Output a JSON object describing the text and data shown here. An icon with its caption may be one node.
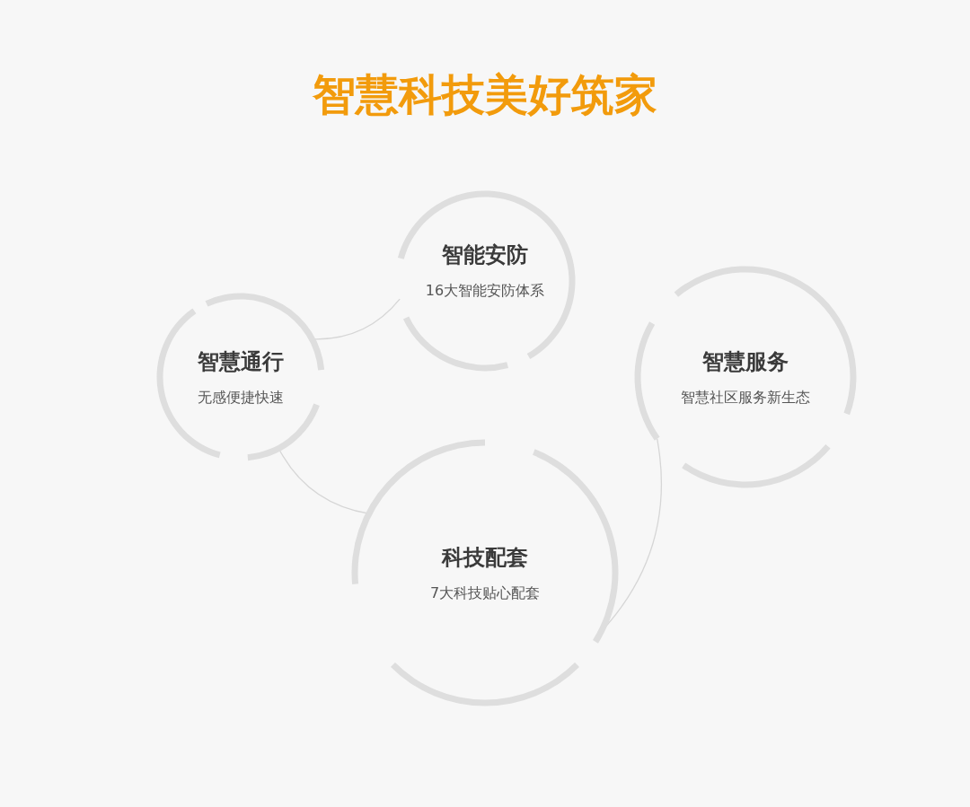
{
  "diagram": {
    "title": "智慧科技美好筑家",
    "nodes": [
      {
        "text": [
          "智能安防",
          "16大智能安防体系"
        ]
      },
      {
        "text": [
          "智慧通行",
          "无感便捷快速"
        ]
      },
      {
        "text": [
          "智慧服务",
          "智慧社区服务新生态"
        ]
      },
      {
        "text": [
          "科技配套",
          "7大科技贴心配套"
        ]
      }
    ],
    "edges": [
      {
        "from": 1,
        "to": 0,
        "arrow": "none"
      },
      {
        "from": 1,
        "to": 3,
        "arrow": "none"
      },
      {
        "from": 3,
        "to": 2,
        "arrow": "none"
      }
    ]
  }
}
